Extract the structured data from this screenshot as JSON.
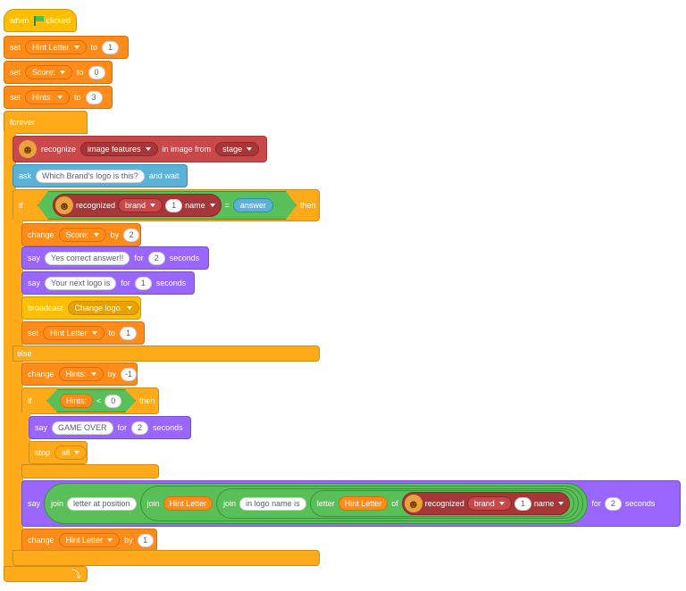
{
  "colors": {
    "event": "#ffbf00",
    "control": "#ffab19",
    "variables": "#ff8c1a",
    "looks": "#9966ff",
    "sensing": "#5cb1d6",
    "ml": "#c94849",
    "operators": "#59c059"
  },
  "hat": {
    "when": "when",
    "flag_icon": "green-flag-icon",
    "clicked": "clicked"
  },
  "set1": {
    "kw": "set",
    "var": "Hint Letter",
    "to": "to",
    "val": "1"
  },
  "set2": {
    "kw": "set",
    "var": "Score:",
    "to": "to",
    "val": "0"
  },
  "set3": {
    "kw": "set",
    "var": "Hints:",
    "to": "to",
    "val": "3"
  },
  "forever": {
    "label": "forever",
    "loop_icon": "loop-arrow-icon"
  },
  "recog": {
    "icon": "ml-head-icon",
    "label": "recognize",
    "what": "image features",
    "in": "in image from",
    "src": "stage"
  },
  "ask": {
    "label": "ask",
    "text": "Which Brand's logo is this?",
    "wait": "and wait"
  },
  "if1": {
    "label": "if",
    "then": "then",
    "lhs_label": "recognized",
    "lhs_field": "brand",
    "lhs_num": "1",
    "lhs_name": "name",
    "op": "=",
    "rhs": "answer"
  },
  "change1": {
    "label": "change",
    "var": "Score:",
    "by": "by",
    "val": "2"
  },
  "say1": {
    "label": "say",
    "text": "Yes correct answer!!",
    "for": "for",
    "secs": "2",
    "seconds": "seconds"
  },
  "say2": {
    "label": "say",
    "text": "Your next logo is",
    "for": "for",
    "secs": "1",
    "seconds": "seconds"
  },
  "broadcast": {
    "label": "broadcast",
    "msg": "Change logo."
  },
  "set4": {
    "kw": "set",
    "var": "Hint Letter",
    "to": "to",
    "val": "1"
  },
  "else": {
    "label": "else"
  },
  "change2": {
    "label": "change",
    "var": "Hints:",
    "by": "by",
    "val": "-1"
  },
  "if2": {
    "label": "if",
    "then": "then",
    "lhs": "Hints:",
    "op": "<",
    "rhs": "0"
  },
  "say3": {
    "label": "say",
    "text": "GAME OVER",
    "for": "for",
    "secs": "2",
    "seconds": "seconds"
  },
  "stop": {
    "label": "stop",
    "opt": "all"
  },
  "say4": {
    "label": "say",
    "join": "join",
    "t1": "letter at position",
    "v1": "Hint Letter",
    "t2": "in logo name is",
    "letter": "letter",
    "v2": "Hint Letter",
    "of": "of",
    "rec": "recognized",
    "field": "brand",
    "num": "1",
    "name": "name",
    "for": "for",
    "secs": "2",
    "seconds": "seconds"
  },
  "change3": {
    "label": "change",
    "var": "Hint Letter",
    "by": "by",
    "val": "1"
  }
}
